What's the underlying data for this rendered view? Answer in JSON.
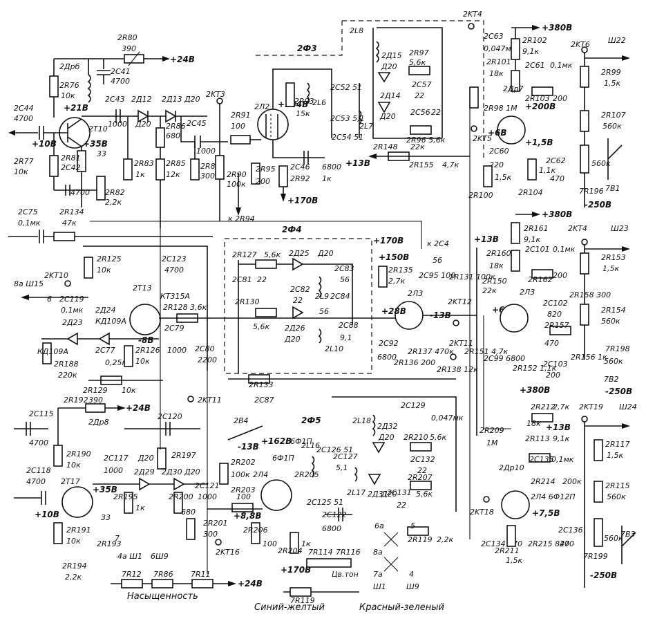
{
  "labels": {
    "r80": "2R80",
    "r80v": "390",
    "p24a": "+24В",
    "drb": "2Дрб",
    "r76": "2R76",
    "r76v": "10к",
    "p21": "+21В",
    "c41": "2C41",
    "c41v": "4700",
    "c44": "2C44",
    "c44v": "4700",
    "t10": "2T10",
    "p10a": "+10В",
    "p358a": "+35В",
    "n33a": "33",
    "r77": "2R77",
    "r77v": "10к",
    "r81": "2R81",
    "c42": "2C42",
    "c42v": "4700",
    "r82": "2R82",
    "r82v": "2,2к",
    "c43": "2C43",
    "c43v": "1000",
    "d12": "2Д12",
    "d20a": "Д20",
    "d13": "2Д13 Д20",
    "r86": "2R86",
    "r86v": "680",
    "r83": "2R83",
    "r83v": "1к",
    "r85": "2R85",
    "r85v": "12к",
    "kt3": "2KT3",
    "c45": "2C45",
    "c45v": "1000",
    "r87": "2R87",
    "r87v": "300",
    "r90": "2R90",
    "r90v": "100к",
    "r91": "2R91",
    "r91v": "100",
    "k94": "к 2R94",
    "c75": "2C75",
    "c75v": "0,1мк",
    "r134": "2R134",
    "r134v": "47к",
    "f3": "2Ф3",
    "l2": "2Л2",
    "p164": "+164В",
    "r93": "2R93",
    "r93v": "15к",
    "l6": "2L6",
    "l7": "2L7",
    "c53": "2C53 5,1",
    "c52": "2C52",
    "c52v": "51",
    "c54": "2C54 51",
    "c46": "2C46",
    "c46v": "6800",
    "r92": "2R92",
    "r92v": "1к",
    "r95": "2R95",
    "r95v": "200",
    "p170a": "+170В",
    "l8": "2L8",
    "d15": "2Д15",
    "d20b": "Д20",
    "r97": "2R97",
    "r97v": "5,6к",
    "c57": "2C57",
    "c57v": "22",
    "d14": "2Д14",
    "d20c": "Д20",
    "c56": "2C56",
    "c56v": "22",
    "r96": "2R96 5,6к",
    "kt4a": "2KT4",
    "c63": "2C63",
    "c63v": "0,047мк",
    "p380a": "+380В",
    "r102": "2R102",
    "r102v": "9,1к",
    "r101": "2R101",
    "r101v": "18к",
    "c61": "2C61",
    "c61v": "0,1мк",
    "r103": "2R103",
    "r103v": "200",
    "r98": "2R98 1М",
    "dr7": "2Др7",
    "p200": "+200В",
    "kt6": "2KT6",
    "sh22": "Ш22",
    "r99": "2R99",
    "r99v": "1,5к",
    "r107": "2R107",
    "r107v": "560к",
    "r196": "7R196",
    "r196v": "560к",
    "b1": "7В1",
    "m250a": "-250В",
    "kt5": "2KT5",
    "p6a": "+6В",
    "p15a": "+1,5В",
    "c60": "2C60",
    "c60v": "220",
    "r148": "2R148",
    "r148v": "22к",
    "p13a": "+13В",
    "r155": "2R155",
    "r155v": "4,7к",
    "r100": "2R100",
    "r100v": "1,5к",
    "r104": "2R104",
    "r104v": "1,1к",
    "c62": "2C62",
    "c62v": "470",
    "f4": "2Ф4",
    "p170b": "+170В",
    "k2c4": "к 2C4",
    "r127": "2R127",
    "r127v": "5,6к",
    "d25": "2Д25",
    "d20d": "Д20",
    "c81": "2C81",
    "c81v": "22",
    "c82": "2C82",
    "c82v": "22",
    "l9": "2L9",
    "c83": "2C83",
    "c83v": "56",
    "c84": "2C84",
    "c84v": "56",
    "r130": "2R130",
    "r130v": "5,6к",
    "d26": "2Д26",
    "d20e": "Д20",
    "l10": "2L10",
    "c88": "2C88",
    "c88v": "9,1",
    "p150": "+150В",
    "r135": "2R135",
    "r135v": "2,7к",
    "l3": "2Л3",
    "p28": "+28В",
    "c92": "2C92",
    "c92v": "6800",
    "r136": "2R136 200",
    "r137": "2R137 470к",
    "r138": "2R138 12к",
    "kt12": "2KT12",
    "m13b": "-13В",
    "c95": "2C95 100",
    "n56": "56",
    "r131": "2R131 100к",
    "kt10": "2KT10",
    "r125": "2R125",
    "r125v": "10к",
    "t13": "2T13",
    "kt315": "КТ315А",
    "r128": "2R128 3,6к",
    "c123": "2C123",
    "c123v": "4700",
    "c79": "2C79",
    "c79v": "1000",
    "c80": "2C80",
    "c80v": "2200",
    "sh15": "8а Ш15",
    "n6": "6",
    "c119": "2C119",
    "c119v": "0,1мк",
    "d23": "2Д23",
    "d24": "2Д24",
    "kd109": "КД109А",
    "m8": "-8В",
    "c77": "2C77",
    "c77v": "0,25мк",
    "r126": "2R126",
    "r126v": "10к",
    "kd109b": "КД109А",
    "r188": "2R188",
    "r188v": "220к",
    "r129": "2R129",
    "r129v": "10к",
    "r133": "2R133",
    "c87": "2C87",
    "kt11a": "2KT11",
    "kt11b": "2KT11",
    "p13b": "+13В",
    "kt4b": "2KT4",
    "sh23": "Ш23",
    "p380b": "+380В",
    "r161": "2R161",
    "r161v": "9,1к",
    "r160": "2R160",
    "r160v": "18к",
    "c101": "2C101",
    "c101v": "0,1мк",
    "r162": "2R162",
    "r162v": "200",
    "r150": "2R150",
    "r150v": "22к",
    "p6b": "+6В",
    "l3b": "2Л3",
    "c102": "2C102",
    "c102v": "820",
    "r157": "2R157",
    "r157v": "470",
    "c103": "2C103",
    "c103v": "200",
    "r151": "2R151 4,7к",
    "c99": "2C99 6800",
    "r152": "2R152 1,1к",
    "r153": "2R153",
    "r153v": "1,5к",
    "r154": "2R154",
    "r154v": "560к",
    "r198": "7R198",
    "r198v": "560к",
    "r156": "2R156 1к",
    "b2": "7В2",
    "m250b": "-250В",
    "r158": "2R158 300",
    "r192": "2R192",
    "r192v": "390",
    "p24b": "+24В",
    "dr8": "2Др8",
    "c115": "2C115",
    "c115v": "4700",
    "r190": "2R190",
    "r190v": "10к",
    "c118": "2C118",
    "c118v": "4700",
    "t17": "2T17",
    "p10b": "+10В",
    "p35b": "+35В",
    "n33b": "33",
    "r191": "2R191",
    "r191v": "10к",
    "r193": "2R193",
    "c120": "2C120",
    "c117": "2C117",
    "c117v": "1000",
    "d29": "2Д29",
    "d20f": "Д20",
    "r197": "2R197",
    "d30": "2Д30 Д20",
    "r195": "2R195",
    "r195v": "1к",
    "r200": "2R200",
    "r200v": "680",
    "c121": "2C121",
    "c121v": "1000",
    "r201": "2R201",
    "r201v": "300",
    "kt16": "2KT16",
    "r194": "2R194",
    "r194v": "2,2к",
    "n7": "7",
    "sh1": "4а Ш1",
    "sh9": "6Ш9",
    "r12": "7R12",
    "r86b": "7R86",
    "r11": "7R11",
    "p24c": "+24В",
    "sat": "Насыщенность",
    "b4": "2В4",
    "f5": "2Ф5",
    "m13c": "-13В",
    "l4": "2Л4",
    "p162": "+162В",
    "r202": "2R202",
    "r202v": "100к",
    "r203": "2R203",
    "r203v": "100",
    "p88": "+8,8В",
    "r206": "2R206",
    "r206v": "100",
    "l16": "2L16",
    "c126": "2C126 51",
    "r205": "2R205",
    "c125": "2C125 51",
    "c127": "2C127",
    "c127v": "5,1",
    "l17": "2L17",
    "d31": "2Д31",
    "d20g": "Д20",
    "l18": "2L18",
    "d32": "2Д32",
    "d20h": "Д20",
    "c129": "2C129",
    "c129v": "0,047мк",
    "r210": "2R210",
    "r210v": "5,6к",
    "c132": "2C132",
    "c132v": "22",
    "c131": "2C131",
    "c131v": "22",
    "r207": "2R207",
    "r207v": "5,6к",
    "c122": "2C122",
    "c122v": "6800",
    "r119a": "2R119",
    "r119av": "2,2к",
    "r204": "2R204",
    "r204v": "1к",
    "p170c": "+170В",
    "r114": "7R114",
    "r116": "7R116",
    "tsvton": "Цв.тон",
    "r119b": "7R119",
    "sh8a": "8а",
    "sh6a": "6а",
    "sh5": "5",
    "sh4": "4",
    "sh7a": "7а",
    "shs1": "Ш1",
    "shs9": "Ш9",
    "by": "Синий-желтый",
    "rg": "Красный-зеленый",
    "p380c": "+380В",
    "r212": "2R212",
    "r212v": "2,7к",
    "r209": "2R209",
    "r209v": "1М",
    "r211": "18к",
    "r113": "2R113",
    "r113v": "9,1к",
    "p13c": "+13В",
    "c135": "2C135",
    "c135v": "0,1мк",
    "dr10": "2Др10",
    "r214": "2R214",
    "r214v": "200к",
    "kt19": "2KT19",
    "sh24": "Ш24",
    "r117": "2R117",
    "r117v": "1,5к",
    "r115": "2R115",
    "r115v": "560к",
    "r199": "7R199",
    "r199v": "560к",
    "b3": "7В3",
    "m250c": "-250В",
    "l4b": "2Л4 6Ф12П",
    "kt18": "2KT18",
    "p75": "+7,5В",
    "c134": "2C134 270",
    "r215": "2R215 820",
    "c136": "2C136",
    "c136v": "470",
    "r218": "2R211",
    "r218v": "1,5к",
    "tube1": "6Ф1П",
    "tube2": "6Ф1П"
  }
}
